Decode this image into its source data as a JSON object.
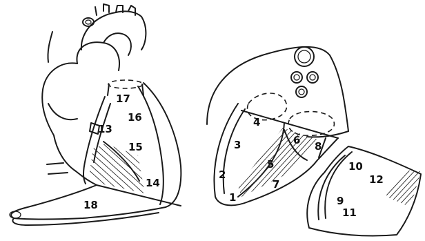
{
  "labels": {
    "l1": "1",
    "l2": "2",
    "l3": "3",
    "l4": "4",
    "l5": "5",
    "l6": "6",
    "l7": "7",
    "l8": "8",
    "l9": "9",
    "l10": "10",
    "l11": "11",
    "l12": "12",
    "l13": "13",
    "l14": "14",
    "l15": "15",
    "l16": "16",
    "l17": "17",
    "l18": "18"
  },
  "colors": {
    "ink": "#1a1a1a",
    "background": "#ffffff"
  }
}
